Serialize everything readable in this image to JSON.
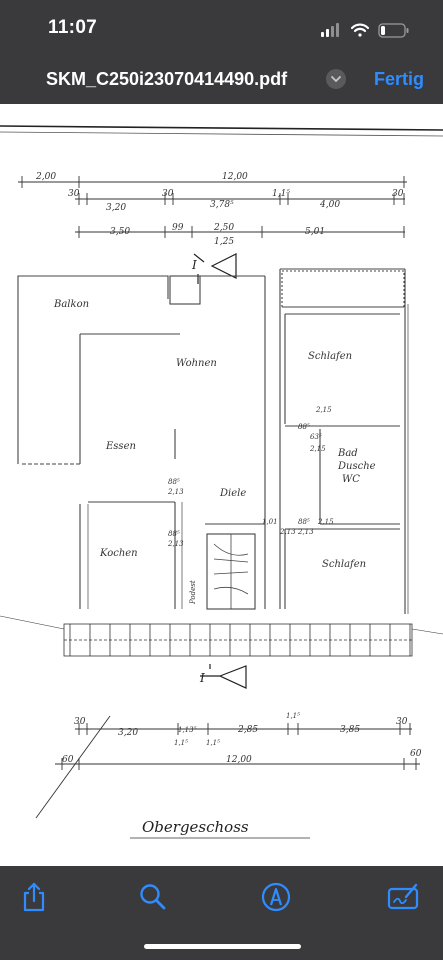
{
  "status_bar": {
    "time": "11:07",
    "icons": [
      "signal-icon",
      "wifi-icon",
      "battery-icon"
    ]
  },
  "nav": {
    "title": "SKM_C250i23070414490.pdf",
    "done_label": "Fertig"
  },
  "plan": {
    "top_dims": {
      "row1": [
        "2,00",
        "12,00"
      ],
      "row2": [
        "30",
        "3,20",
        "30",
        "3,78⁵",
        "1,1⁵",
        "4,00",
        "30"
      ],
      "row3": [
        "3,50",
        "99",
        "2,50",
        "1,25",
        "5,01"
      ]
    },
    "rooms": {
      "balkon": "Balkon",
      "wohnen": "Wohnen",
      "essen": "Essen",
      "kochen": "Kochen",
      "diele": "Diele",
      "schlafen1": "Schlafen",
      "bad_line1": "Bad",
      "bad_line2": "Dusche",
      "bad_line3": "WC",
      "schlafen2": "Schlafen",
      "podest": "Podest"
    },
    "heights": [
      "88⁵",
      "2,13",
      "88⁵",
      "2,13",
      "88⁵",
      "63⁵",
      "2,15",
      "88⁵",
      "2,13",
      "2,13",
      "2,15",
      "2,15",
      "1,01"
    ],
    "section_marker": "I",
    "bottom_dims": {
      "row1": [
        "30",
        "3,20",
        "1,13⁵",
        "2,85",
        "1,1⁵",
        "3,85",
        "30"
      ],
      "row2": [
        "60",
        "12,00",
        "60"
      ],
      "sub": [
        "1,1⁵",
        "1,1⁵"
      ]
    },
    "floor_label": "Obergeschoss"
  },
  "toolbar": {
    "icons": [
      "share-icon",
      "search-icon",
      "markup-icon",
      "sign-icon"
    ]
  },
  "colors": {
    "accent": "#2f8cff",
    "chrome": "#3a3a3c",
    "paper": "#ffffff",
    "ink": "#333333"
  }
}
